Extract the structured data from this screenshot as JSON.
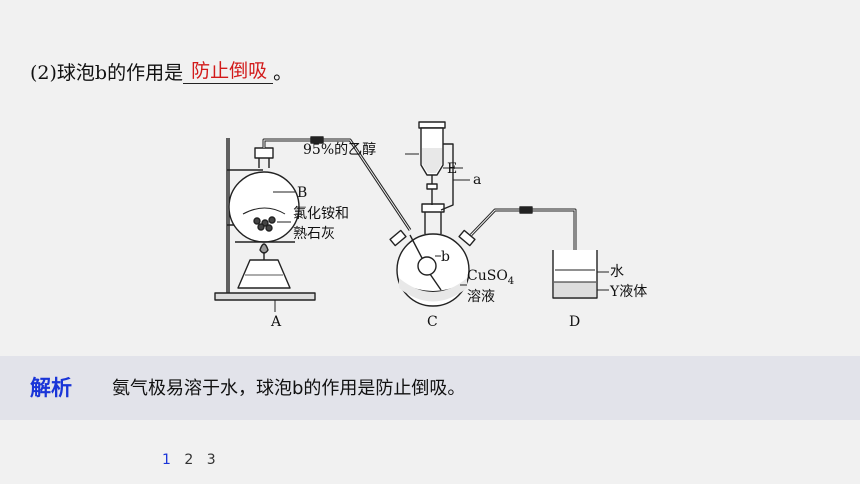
{
  "question": {
    "prefix": "(2)球泡b的作用是",
    "answer": "防止倒吸",
    "suffix": "。"
  },
  "diagram": {
    "labels": {
      "ethanol": "95%的乙醇",
      "B": "B",
      "reagent_line1": "氯化铵和",
      "reagent_line2": "熟石灰",
      "A": "A",
      "E": "E",
      "a": "a",
      "b": "b",
      "cuso4": "CuSO",
      "cuso4_sub": "4",
      "solution": "溶液",
      "C": "C",
      "water": "水",
      "y_liquid": "Y液体",
      "D": "D"
    }
  },
  "analysis": {
    "tag": "解析",
    "text": "氨气极易溶于水，球泡b的作用是防止倒吸。"
  },
  "pagination": {
    "pages": [
      "1",
      "2",
      "3"
    ],
    "current": "1"
  }
}
